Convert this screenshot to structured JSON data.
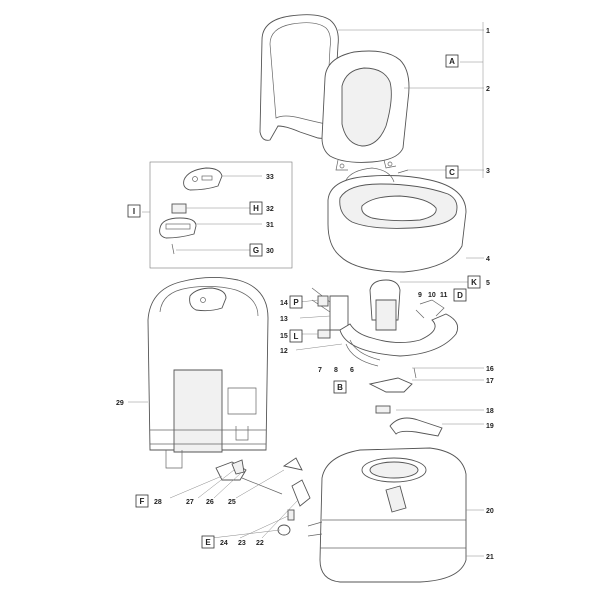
{
  "callouts": {
    "n1": "1",
    "n2": "2",
    "n3": "3",
    "n4": "4",
    "n5": "5",
    "n6": "6",
    "n7": "7",
    "n8": "8",
    "n9": "9",
    "n10": "10",
    "n11": "11",
    "n12": "12",
    "n13": "13",
    "n14": "14",
    "n15": "15",
    "n16": "16",
    "n17": "17",
    "n18": "18",
    "n19": "19",
    "n20": "20",
    "n21": "21",
    "n22": "22",
    "n23": "23",
    "n24": "24",
    "n25": "25",
    "n26": "26",
    "n27": "27",
    "n28": "28",
    "n29": "29",
    "n30": "30",
    "n31": "31",
    "n32": "32",
    "n33": "33"
  },
  "letters": {
    "A": "A",
    "C": "C",
    "D": "D",
    "E": "E",
    "F": "F",
    "G": "G",
    "H": "H",
    "I": "I",
    "K": "K",
    "L": "L",
    "P": "P",
    "B": "B"
  }
}
